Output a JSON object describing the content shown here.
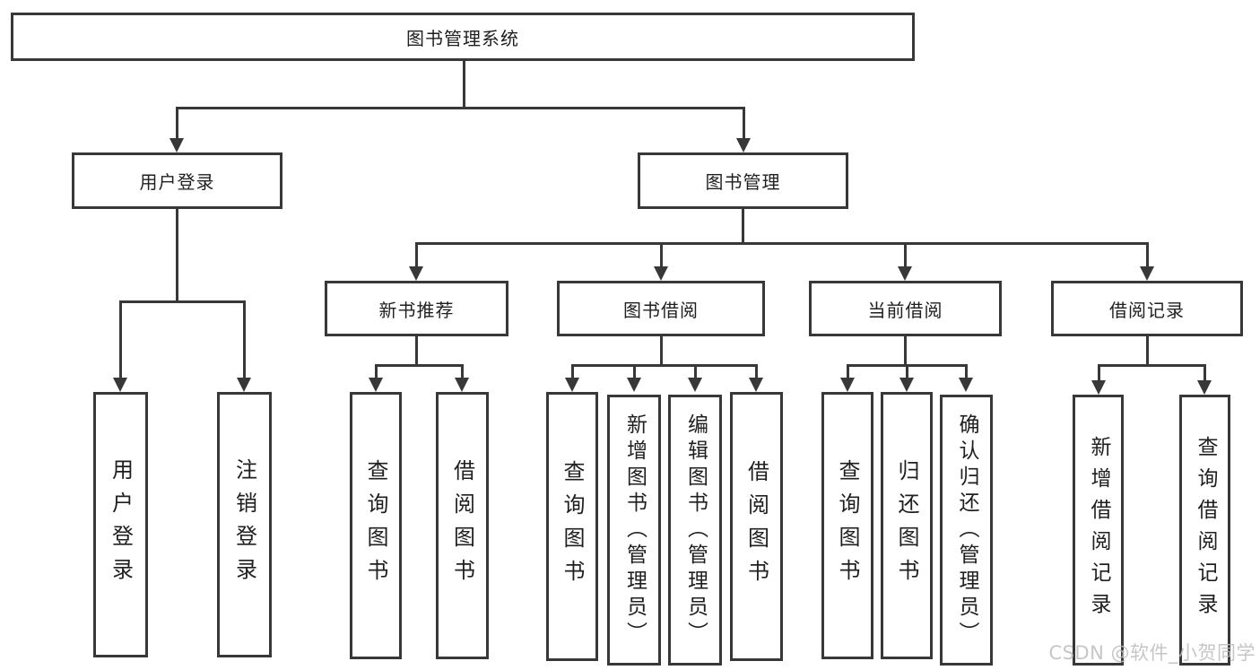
{
  "colors": {
    "line": "#383838",
    "text": "#1f1f1f",
    "background": "#ffffff",
    "watermark": "#bdbdbd"
  },
  "watermark": {
    "text": "CSDN @软件_小贺同学"
  },
  "tree": {
    "root": {
      "label": "图书管理系统"
    },
    "branches": [
      {
        "label": "用户登录",
        "children": [
          {
            "label": "用户登录"
          },
          {
            "label": "注销登录"
          }
        ]
      },
      {
        "label": "图书管理",
        "sections": [
          {
            "label": "新书推荐",
            "children": [
              {
                "label": "查询图书"
              },
              {
                "label": "借阅图书"
              }
            ]
          },
          {
            "label": "图书借阅",
            "children": [
              {
                "label": "查询图书"
              },
              {
                "label": "新增图书（管理员）"
              },
              {
                "label": "编辑图书（管理员）"
              },
              {
                "label": "借阅图书"
              }
            ]
          },
          {
            "label": "当前借阅",
            "children": [
              {
                "label": "查询图书"
              },
              {
                "label": "归还图书"
              },
              {
                "label": "确认归还（管理员）"
              }
            ]
          },
          {
            "label": "借阅记录",
            "children": [
              {
                "label": "新增借阅记录"
              },
              {
                "label": "查询借阅记录"
              }
            ]
          }
        ]
      }
    ]
  }
}
